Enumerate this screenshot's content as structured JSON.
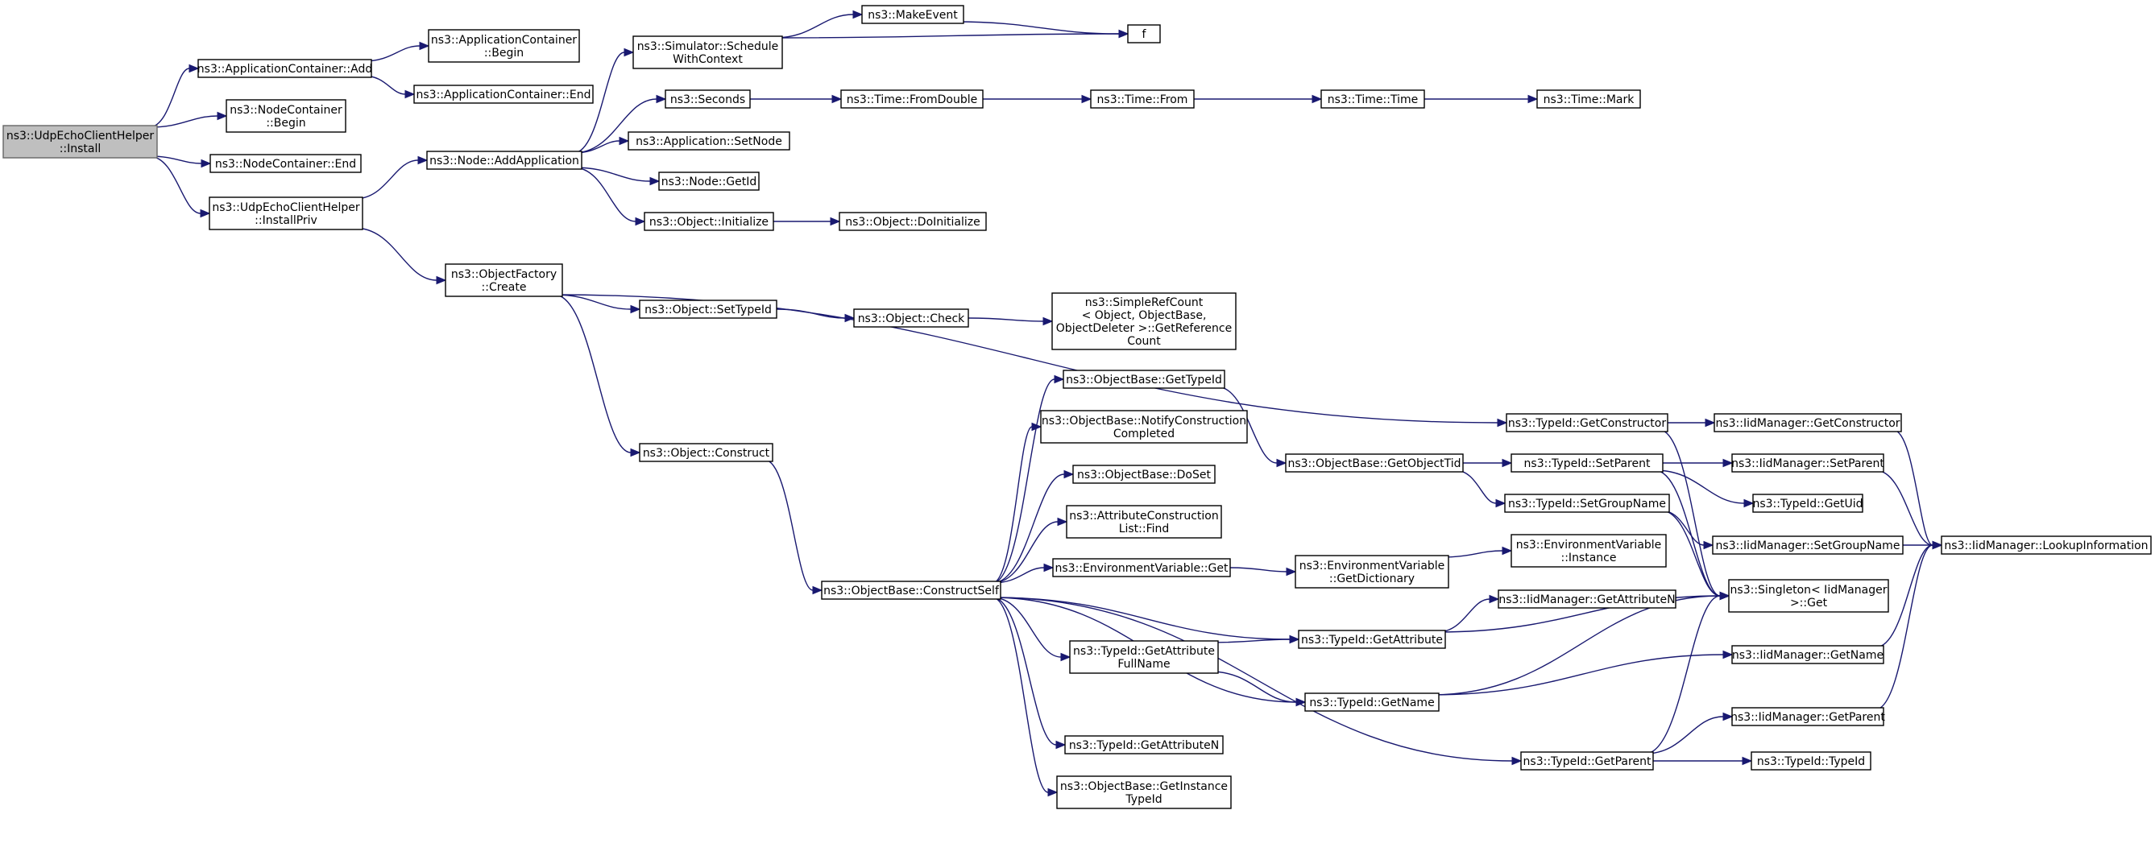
{
  "colors": {
    "edge": "#191970",
    "root_fill": "#bfbfbf",
    "node_fill": "#ffffff",
    "node_stroke": "#000000"
  },
  "nodes": [
    {
      "id": "root",
      "lines": [
        "ns3::UdpEchoClientHelper",
        "::Install"
      ],
      "root": true
    },
    {
      "id": "acAdd",
      "lines": [
        "ns3::ApplicationContainer::Add"
      ]
    },
    {
      "id": "ncBegin",
      "lines": [
        "ns3::NodeContainer",
        "::Begin"
      ]
    },
    {
      "id": "ncEnd",
      "lines": [
        "ns3::NodeContainer::End"
      ]
    },
    {
      "id": "installPriv",
      "lines": [
        "ns3::UdpEchoClientHelper",
        "::InstallPriv"
      ]
    },
    {
      "id": "acBegin",
      "lines": [
        "ns3::ApplicationContainer",
        "::Begin"
      ]
    },
    {
      "id": "acEnd",
      "lines": [
        "ns3::ApplicationContainer::End"
      ]
    },
    {
      "id": "addApp",
      "lines": [
        "ns3::Node::AddApplication"
      ]
    },
    {
      "id": "objFactory",
      "lines": [
        "ns3::ObjectFactory",
        "::Create"
      ]
    },
    {
      "id": "schedule",
      "lines": [
        "ns3::Simulator::Schedule",
        "WithContext"
      ]
    },
    {
      "id": "seconds",
      "lines": [
        "ns3::Seconds"
      ]
    },
    {
      "id": "setNode",
      "lines": [
        "ns3::Application::SetNode"
      ]
    },
    {
      "id": "getId",
      "lines": [
        "ns3::Node::GetId"
      ]
    },
    {
      "id": "initialize",
      "lines": [
        "ns3::Object::Initialize"
      ]
    },
    {
      "id": "makeEvent",
      "lines": [
        "ns3::MakeEvent"
      ]
    },
    {
      "id": "f",
      "lines": [
        "f"
      ]
    },
    {
      "id": "fromDouble",
      "lines": [
        "ns3::Time::FromDouble"
      ]
    },
    {
      "id": "timeFrom",
      "lines": [
        "ns3::Time::From"
      ]
    },
    {
      "id": "timeTime",
      "lines": [
        "ns3::Time::Time"
      ]
    },
    {
      "id": "timeMark",
      "lines": [
        "ns3::Time::Mark"
      ]
    },
    {
      "id": "doInitialize",
      "lines": [
        "ns3::Object::DoInitialize"
      ]
    },
    {
      "id": "setTypeId",
      "lines": [
        "ns3::Object::SetTypeId"
      ]
    },
    {
      "id": "check",
      "lines": [
        "ns3::Object::Check"
      ]
    },
    {
      "id": "refCount",
      "lines": [
        "ns3::SimpleRefCount",
        "< Object, ObjectBase,",
        "ObjectDeleter >::GetReference",
        "Count"
      ]
    },
    {
      "id": "construct",
      "lines": [
        "ns3::Object::Construct"
      ]
    },
    {
      "id": "constructSelf",
      "lines": [
        "ns3::ObjectBase::ConstructSelf"
      ]
    },
    {
      "id": "obGetTypeId",
      "lines": [
        "ns3::ObjectBase::GetTypeId"
      ]
    },
    {
      "id": "notify",
      "lines": [
        "ns3::ObjectBase::NotifyConstruction",
        "Completed"
      ]
    },
    {
      "id": "doSet",
      "lines": [
        "ns3::ObjectBase::DoSet"
      ]
    },
    {
      "id": "acFind",
      "lines": [
        "ns3::AttributeConstruction",
        "List::Find"
      ]
    },
    {
      "id": "envGet",
      "lines": [
        "ns3::EnvironmentVariable::Get"
      ]
    },
    {
      "id": "attrFullName",
      "lines": [
        "ns3::TypeId::GetAttribute",
        "FullName"
      ]
    },
    {
      "id": "getAttrN",
      "lines": [
        "ns3::TypeId::GetAttributeN"
      ]
    },
    {
      "id": "getInstTypeId",
      "lines": [
        "ns3::ObjectBase::GetInstance",
        "TypeId"
      ]
    },
    {
      "id": "getObjectTid",
      "lines": [
        "ns3::ObjectBase::GetObjectTid"
      ]
    },
    {
      "id": "envDict",
      "lines": [
        "ns3::EnvironmentVariable",
        "::GetDictionary"
      ]
    },
    {
      "id": "getAttribute",
      "lines": [
        "ns3::TypeId::GetAttribute"
      ]
    },
    {
      "id": "getName",
      "lines": [
        "ns3::TypeId::GetName"
      ]
    },
    {
      "id": "getConstructor",
      "lines": [
        "ns3::TypeId::GetConstructor"
      ]
    },
    {
      "id": "setParent",
      "lines": [
        "ns3::TypeId::SetParent"
      ]
    },
    {
      "id": "setGroupName",
      "lines": [
        "ns3::TypeId::SetGroupName"
      ]
    },
    {
      "id": "envInstance",
      "lines": [
        "ns3::EnvironmentVariable",
        "::Instance"
      ]
    },
    {
      "id": "iidGetAttrN",
      "lines": [
        "ns3::IidManager::GetAttributeN"
      ]
    },
    {
      "id": "getParent",
      "lines": [
        "ns3::TypeId::GetParent"
      ]
    },
    {
      "id": "iidGetConstructor",
      "lines": [
        "ns3::IidManager::GetConstructor"
      ]
    },
    {
      "id": "iidSetParent",
      "lines": [
        "ns3::IidManager::SetParent"
      ]
    },
    {
      "id": "getUid",
      "lines": [
        "ns3::TypeId::GetUid"
      ]
    },
    {
      "id": "iidSetGroupName",
      "lines": [
        "ns3::IidManager::SetGroupName"
      ]
    },
    {
      "id": "singletonGet",
      "lines": [
        "ns3::Singleton< IidManager",
        " >::Get"
      ]
    },
    {
      "id": "iidGetName",
      "lines": [
        "ns3::IidManager::GetName"
      ]
    },
    {
      "id": "iidGetParent",
      "lines": [
        "ns3::IidManager::GetParent"
      ]
    },
    {
      "id": "typeIdTypeId",
      "lines": [
        "ns3::TypeId::TypeId"
      ]
    },
    {
      "id": "lookup",
      "lines": [
        "ns3::IidManager::LookupInformation"
      ]
    }
  ],
  "edges": [
    [
      "root",
      "acAdd"
    ],
    [
      "root",
      "ncBegin"
    ],
    [
      "root",
      "ncEnd"
    ],
    [
      "root",
      "installPriv"
    ],
    [
      "acAdd",
      "acBegin"
    ],
    [
      "acAdd",
      "acEnd"
    ],
    [
      "installPriv",
      "addApp"
    ],
    [
      "installPriv",
      "objFactory"
    ],
    [
      "addApp",
      "schedule"
    ],
    [
      "addApp",
      "seconds"
    ],
    [
      "addApp",
      "setNode"
    ],
    [
      "addApp",
      "getId"
    ],
    [
      "addApp",
      "initialize"
    ],
    [
      "schedule",
      "makeEvent"
    ],
    [
      "schedule",
      "f"
    ],
    [
      "makeEvent",
      "f"
    ],
    [
      "seconds",
      "fromDouble"
    ],
    [
      "fromDouble",
      "timeFrom"
    ],
    [
      "timeFrom",
      "timeTime"
    ],
    [
      "timeTime",
      "timeMark"
    ],
    [
      "initialize",
      "doInitialize"
    ],
    [
      "objFactory",
      "getConstructor"
    ],
    [
      "objFactory",
      "setTypeId"
    ],
    [
      "objFactory",
      "construct"
    ],
    [
      "setTypeId",
      "check"
    ],
    [
      "check",
      "refCount"
    ],
    [
      "construct",
      "constructSelf"
    ],
    [
      "constructSelf",
      "obGetTypeId"
    ],
    [
      "constructSelf",
      "notify"
    ],
    [
      "constructSelf",
      "doSet"
    ],
    [
      "constructSelf",
      "acFind"
    ],
    [
      "constructSelf",
      "envGet"
    ],
    [
      "constructSelf",
      "getAttribute"
    ],
    [
      "constructSelf",
      "attrFullName"
    ],
    [
      "constructSelf",
      "getName"
    ],
    [
      "constructSelf",
      "getAttrN"
    ],
    [
      "constructSelf",
      "getInstTypeId"
    ],
    [
      "constructSelf",
      "getParent"
    ],
    [
      "obGetTypeId",
      "getObjectTid"
    ],
    [
      "getObjectTid",
      "setParent"
    ],
    [
      "getObjectTid",
      "setGroupName"
    ],
    [
      "envGet",
      "envDict"
    ],
    [
      "envDict",
      "envInstance"
    ],
    [
      "attrFullName",
      "getAttribute"
    ],
    [
      "attrFullName",
      "getName"
    ],
    [
      "getAttribute",
      "iidGetAttrN"
    ],
    [
      "getAttribute",
      "singletonGet"
    ],
    [
      "getName",
      "iidGetName"
    ],
    [
      "getName",
      "singletonGet"
    ],
    [
      "getConstructor",
      "iidGetConstructor"
    ],
    [
      "getConstructor",
      "singletonGet"
    ],
    [
      "setParent",
      "iidSetParent"
    ],
    [
      "setParent",
      "getUid"
    ],
    [
      "setParent",
      "singletonGet"
    ],
    [
      "setGroupName",
      "iidSetGroupName"
    ],
    [
      "setGroupName",
      "singletonGet"
    ],
    [
      "getParent",
      "iidGetParent"
    ],
    [
      "getParent",
      "typeIdTypeId"
    ],
    [
      "getParent",
      "singletonGet"
    ],
    [
      "iidGetConstructor",
      "lookup"
    ],
    [
      "iidSetParent",
      "lookup"
    ],
    [
      "iidSetGroupName",
      "lookup"
    ],
    [
      "iidGetName",
      "lookup"
    ],
    [
      "iidGetParent",
      "lookup"
    ]
  ]
}
